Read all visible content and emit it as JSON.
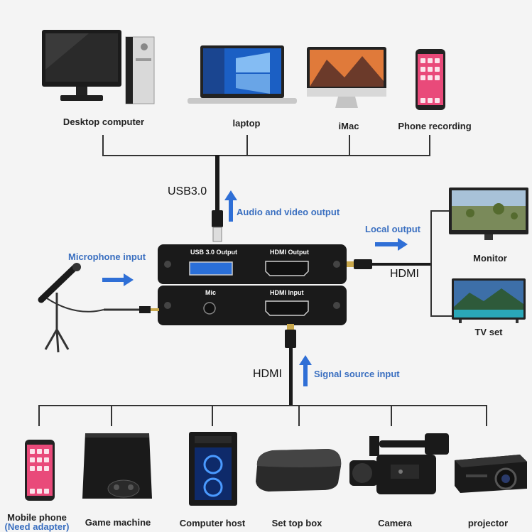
{
  "top_devices": [
    {
      "label": "Desktop computer",
      "icon": "desktop-computer-icon"
    },
    {
      "label": "laptop",
      "icon": "laptop-icon"
    },
    {
      "label": "iMac",
      "icon": "imac-icon"
    },
    {
      "label": "Phone recording",
      "icon": "phone-icon"
    }
  ],
  "cables": {
    "usb": "USB3.0",
    "hdmi_out": "HDMI",
    "hdmi_in": "HDMI"
  },
  "annotations": {
    "audio_video_output": "Audio and video output",
    "microphone_input": "Microphone input",
    "local_output": "Local output",
    "signal_source_input": "Signal source input"
  },
  "capture_device": {
    "usb_port": "USB 3.0 Output",
    "hdmi_output": "HDMI Output",
    "mic": "Mic",
    "hdmi_input": "HDMI Input"
  },
  "output_devices": [
    {
      "label": "Monitor",
      "icon": "monitor-icon"
    },
    {
      "label": "TV set",
      "icon": "tv-icon"
    }
  ],
  "source_devices": [
    {
      "label": "Mobile phone",
      "note": "(Need adapter)",
      "icon": "mobile-phone-icon"
    },
    {
      "label": "Game machine",
      "icon": "game-console-icon"
    },
    {
      "label": "Computer host",
      "icon": "computer-tower-icon"
    },
    {
      "label": "Set top box",
      "icon": "set-top-box-icon"
    },
    {
      "label": "Camera",
      "icon": "camera-icon"
    },
    {
      "label": "projector",
      "icon": "projector-icon"
    }
  ],
  "colors": {
    "annotation": "#3a6fc0",
    "arrow": "#2f6fd6",
    "device_body": "#1a1a1a",
    "usb_blue": "#2a6fd8"
  }
}
